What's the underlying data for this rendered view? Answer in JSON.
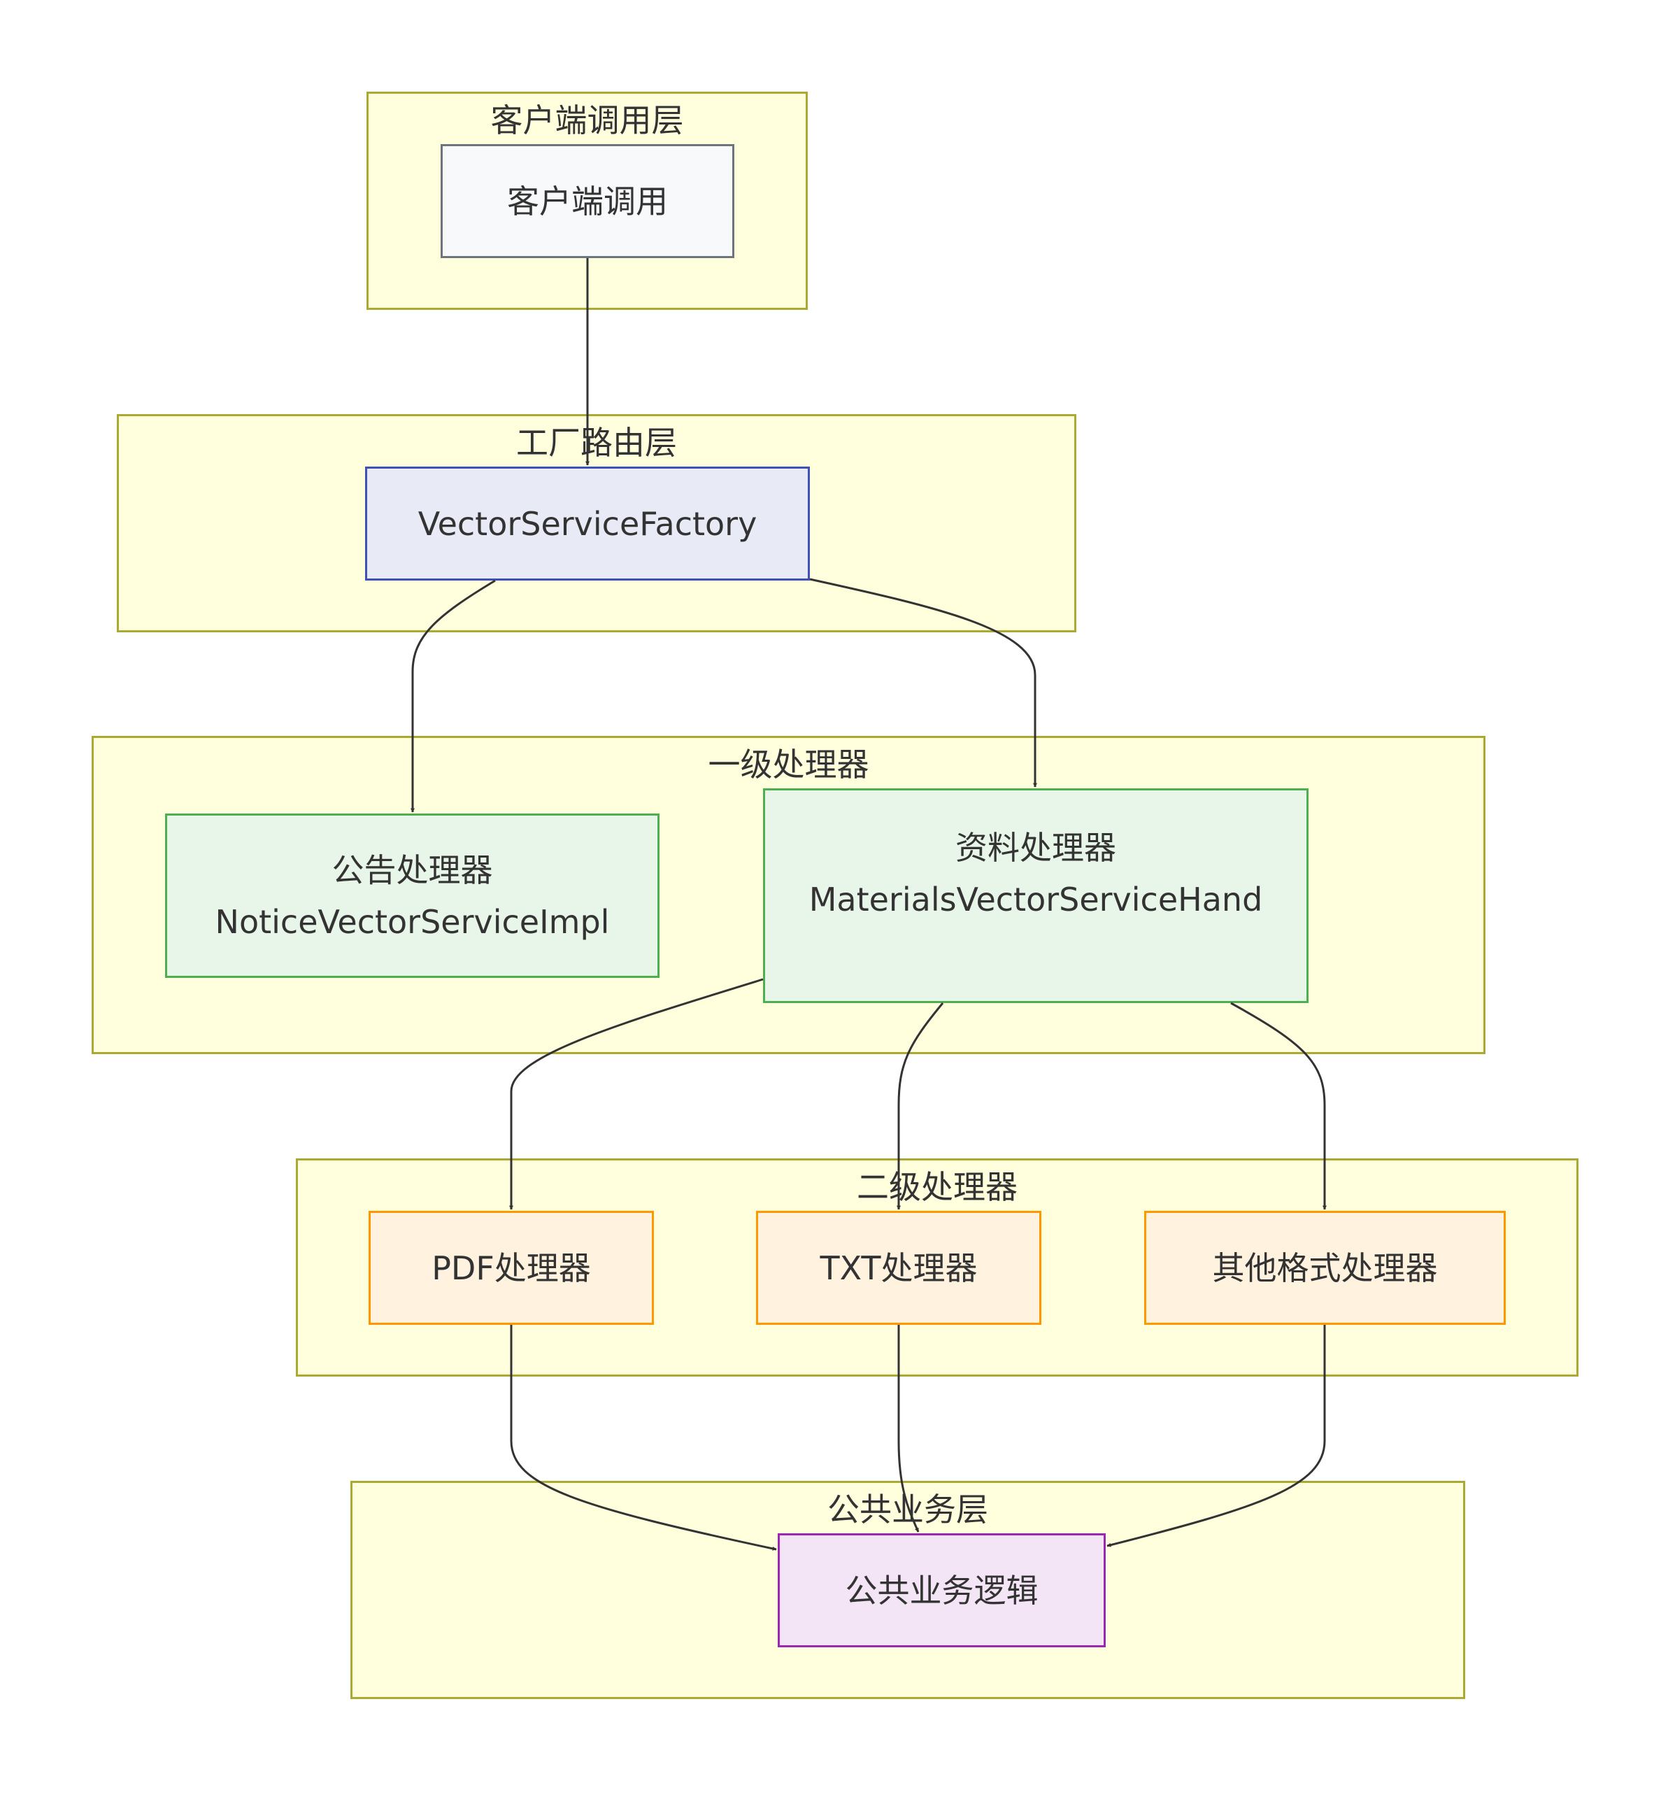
{
  "layers": {
    "client": "客户端调用层",
    "factory": "工厂路由层",
    "level1": "一级处理器",
    "level2": "二级处理器",
    "common": "公共业务层"
  },
  "nodes": {
    "client_call": "客户端调用",
    "vector_factory": "VectorServiceFactory",
    "notice_handler_line1": "公告处理器",
    "notice_handler_line2": "NoticeVectorServiceImpl",
    "materials_handler_line1": "资料处理器",
    "materials_handler_line2": "MaterialsVectorServiceHand",
    "pdf_handler": "PDF处理器",
    "txt_handler": "TXT处理器",
    "other_handler": "其他格式处理器",
    "common_logic": "公共业务逻辑"
  },
  "colors": {
    "cluster_fill": "#ffffde",
    "cluster_border": "#aaaa33",
    "client_fill": "#f8f9fa",
    "client_border": "#6c757d",
    "factory_fill": "#e8eaf6",
    "factory_border": "#3f51b5",
    "level1_fill": "#e8f5e9",
    "level1_border": "#4caf50",
    "level2_fill": "#fff3e0",
    "level2_border": "#ff9800",
    "common_fill": "#f3e5f5",
    "common_border": "#9c27b0",
    "edge": "#333333"
  }
}
